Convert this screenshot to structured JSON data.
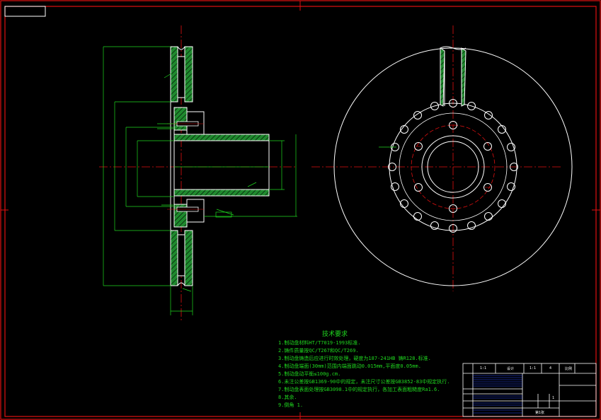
{
  "colors": {
    "border": "#e01010",
    "outline": "#ffffff",
    "dimension": "#1fd81f",
    "centerline": "#e01010",
    "hatch_fill": "#1f8a2e",
    "section": "#ffd400"
  },
  "technical_requirements": {
    "title": "技术要求",
    "items": [
      "1.制动盘材料HT/T7019-1993标准.",
      "2.铸件质量按QC/T267和QC/T269.",
      "3.制动盘铸造后应进行时效处理，硬度为187-241HB 铸R128.标准.",
      "4.制动盘端面(30mm)范围内端面跳动0.015mm,平面度0.05mm.",
      "5.制动盘动平衡≤100g.cm.",
      "6.未注公差按GB1369-90中的规定，未注尺寸公差按GB3852-83中规定执行.",
      "7.制动盘表面处理按GB3098.1中的规定执行，各加工表面粗糙度Ra1.6.",
      "8.其余.",
      "9.倒角 1."
    ]
  },
  "title_block": {
    "row1": [
      "1:1",
      "设计",
      "1:1",
      "4",
      "比例"
    ],
    "qty": "1",
    "sheet": "第1张"
  }
}
